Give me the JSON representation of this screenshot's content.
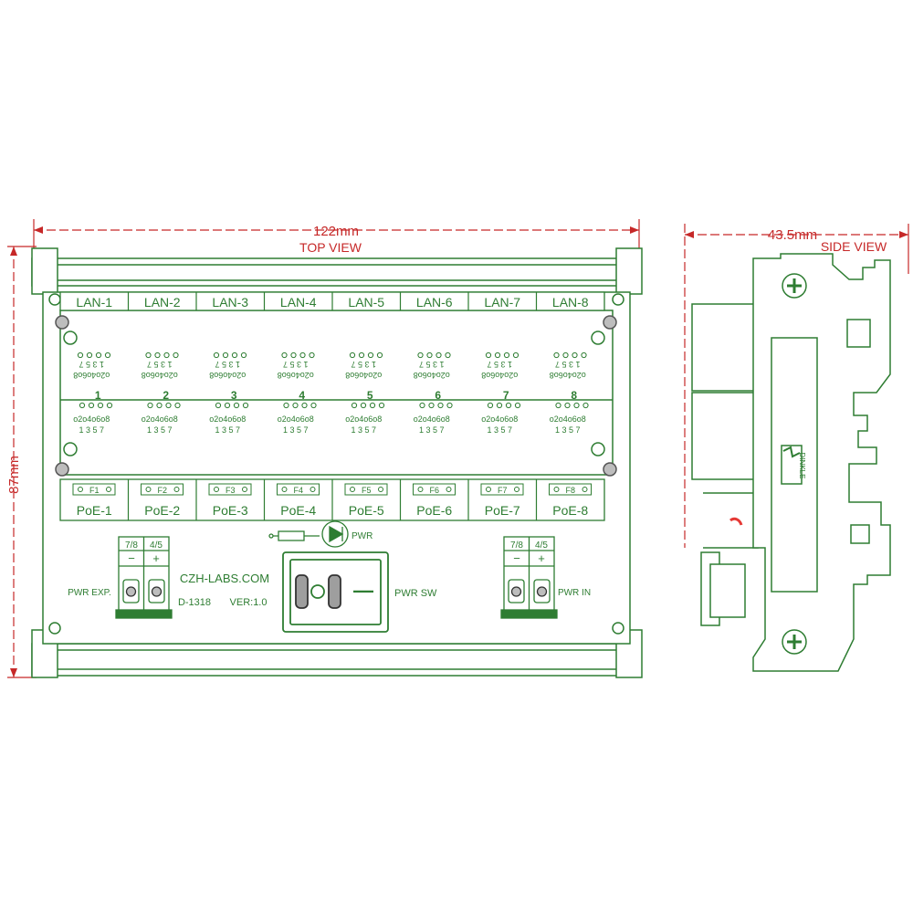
{
  "dimensions": {
    "width": "122mm",
    "height": "87mm",
    "side_width": "43.5mm"
  },
  "views": {
    "top": "TOP VIEW",
    "side": "SIDE VIEW"
  },
  "lan_labels": [
    "LAN-1",
    "LAN-2",
    "LAN-3",
    "LAN-4",
    "LAN-5",
    "LAN-6",
    "LAN-7",
    "LAN-8"
  ],
  "port_numbers": [
    "1",
    "2",
    "3",
    "4",
    "5",
    "6",
    "7",
    "8"
  ],
  "pin_rows": {
    "odd": "1 3 5 7",
    "even_flipped": "o2o4o6o8",
    "even": "o2o4o6o8"
  },
  "fuses": [
    "F1",
    "F2",
    "F3",
    "F4",
    "F5",
    "F6",
    "F7",
    "F8"
  ],
  "poe_labels": [
    "PoE-1",
    "PoE-2",
    "PoE-3",
    "PoE-4",
    "PoE-5",
    "PoE-6",
    "PoE-7",
    "PoE-8"
  ],
  "terminals": {
    "pin_a": "7/8",
    "pin_b": "4/5",
    "minus": "−",
    "plus": "+",
    "exp_label": "PWR EXP.",
    "in_label": "PWR IN"
  },
  "branding": {
    "company": "CZH-LABS.COM",
    "model": "D-1318",
    "version": "VER:1.0"
  },
  "power": {
    "led_label": "PWR",
    "switch_label": "PWR SW",
    "switch_mark": "—"
  },
  "side": {
    "logo_text": "DINKLE"
  },
  "colors": {
    "outline": "#2e7d32",
    "dimension": "#c62828",
    "fill": "#ffffff",
    "terminal_bar": "#2e7d32",
    "red_accent": "#e53935"
  }
}
